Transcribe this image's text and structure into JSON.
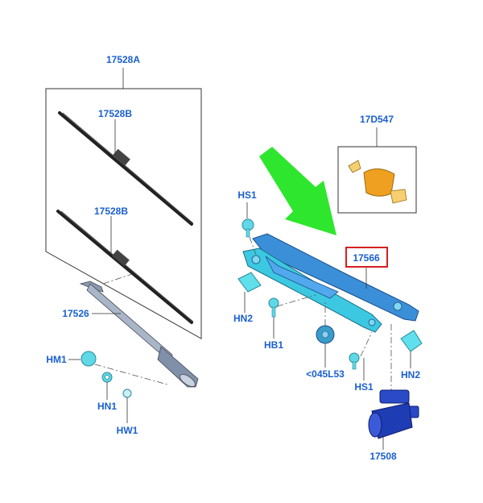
{
  "labels": {
    "wiper_blade_kit": "17528A",
    "wiper_blade_upper": "17528B",
    "wiper_blade_lower": "17528B",
    "wiper_arm": "17526",
    "cover": "17D547",
    "linkage": "17566",
    "bolt_hs1_left": "HS1",
    "bolt_hs1_right": "HS1",
    "grommet_hn2_left": "HN2",
    "grommet_hn2_right": "HN2",
    "bolt_hb1": "HB1",
    "bushing": "<045L53",
    "motor": "17508",
    "cap_hm1": "HM1",
    "nut_hn1": "HN1",
    "washer_hw1": "HW1"
  },
  "colors": {
    "label": "#1a5fd0",
    "highlight_box": "#d42020",
    "arrow": "#2ee62e",
    "part_cyan": "#3cc8e0",
    "part_blue": "#3a8fd8",
    "cover_orange": "#f0a020",
    "motor_blue": "#1e3cb4"
  },
  "icons": {
    "pointer": "green-arrow-icon"
  }
}
